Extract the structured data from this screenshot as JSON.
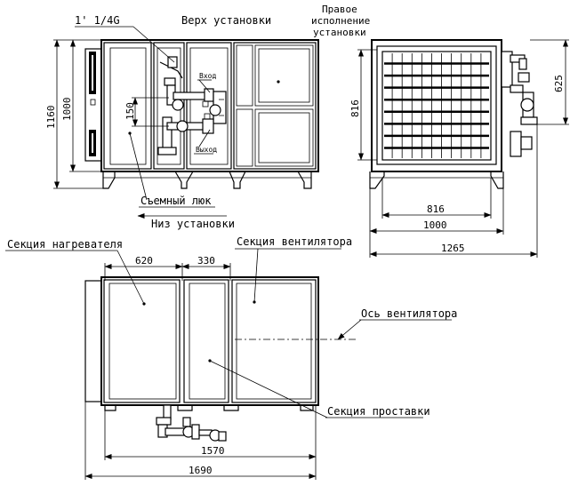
{
  "labels": {
    "top_of_unit": "Верх установки",
    "pipe_size": "1' 1/4G",
    "right_version_line1": "Правое",
    "right_version_line2": "исполнение",
    "right_version_line3": "установки",
    "inlet": "Вход",
    "outlet": "Выход",
    "removable_hatch": "Съемный люк",
    "bottom_of_unit": "Низ установки",
    "heater_section": "Секция нагревателя",
    "fan_section": "Секция вентилятора",
    "fan_axis": "Ось вентилятора",
    "spacer_section": "Секция проставки"
  },
  "dimensions": {
    "front_height_total": "1160",
    "front_height_body": "1000",
    "pipe_spacing": "150",
    "side_height_body": "816",
    "side_height_upper": "625",
    "side_inner_width": "816",
    "side_width": "1000",
    "side_total_width": "1265",
    "plan_heater_width": "620",
    "plan_spacer_width": "330",
    "plan_body_length": "1570",
    "plan_total_length": "1690"
  },
  "colors": {
    "line": "#000000",
    "background": "#ffffff"
  }
}
